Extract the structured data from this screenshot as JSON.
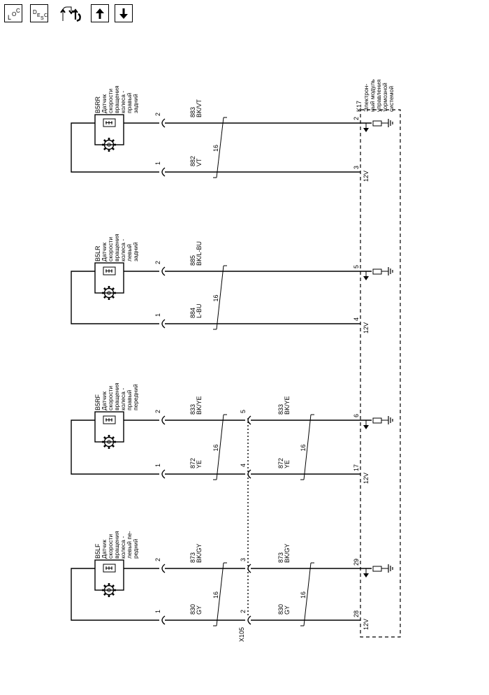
{
  "toolbar": {
    "loc_label": "LOC",
    "desc_label": "DESC"
  },
  "module": {
    "ref": "K17",
    "name_lines": [
      "Электрон-",
      "ный модуль",
      "управления",
      "тормозной",
      "системой"
    ]
  },
  "connector": {
    "ref": "X105"
  },
  "sensors": [
    {
      "ref": "B5RR",
      "name_lines": [
        "Датчик",
        "скорости",
        "вращения",
        "колеса -",
        "правый",
        "задний"
      ],
      "pin_top": "2",
      "pin_bottom": "1",
      "wire_top": {
        "circuit": "883",
        "color": "BK/VT"
      },
      "wire_bottom": {
        "circuit": "882",
        "color": "VT"
      },
      "gauge": "16",
      "module_pin_top": "2",
      "module_pin_bottom": "3",
      "voltage": "12V"
    },
    {
      "ref": "B5LR",
      "name_lines": [
        "Датчик",
        "скорости",
        "вращения",
        "колеса -",
        "левый",
        "задний"
      ],
      "pin_top": "2",
      "pin_bottom": "1",
      "wire_top": {
        "circuit": "885",
        "color": "BK/L-BU"
      },
      "wire_bottom": {
        "circuit": "884",
        "color": "L-BU"
      },
      "gauge": "16",
      "module_pin_top": "5",
      "module_pin_bottom": "4",
      "voltage": "12V"
    },
    {
      "ref": "B5RF",
      "name_lines": [
        "Датчик",
        "скорости",
        "вращения",
        "колеса -",
        "правый",
        "передний"
      ],
      "pin_top": "2",
      "pin_bottom": "1",
      "wire_top": {
        "circuit": "833",
        "color": "BK/YE"
      },
      "wire_bottom": {
        "circuit": "872",
        "color": "YE"
      },
      "gauge": "16",
      "conn_pin_top": "5",
      "conn_pin_bottom": "4",
      "wire2_top": {
        "circuit": "833",
        "color": "BK/YE"
      },
      "wire2_bottom": {
        "circuit": "872",
        "color": "YE"
      },
      "gauge2": "16",
      "module_pin_top": "6",
      "module_pin_bottom": "17",
      "voltage": "12V"
    },
    {
      "ref": "B5LF",
      "name_lines": [
        "Датчик",
        "скорости",
        "вращения",
        "колеса -",
        "левый пе-",
        "редний"
      ],
      "pin_top": "2",
      "pin_bottom": "1",
      "wire_top": {
        "circuit": "873",
        "color": "BK/GY"
      },
      "wire_bottom": {
        "circuit": "830",
        "color": "GY"
      },
      "gauge": "16",
      "conn_pin_top": "3",
      "conn_pin_bottom": "2",
      "wire2_top": {
        "circuit": "873",
        "color": "BK/GY"
      },
      "wire2_bottom": {
        "circuit": "830",
        "color": "GY"
      },
      "gauge2": "16",
      "module_pin_top": "29",
      "module_pin_bottom": "28",
      "voltage": "12V"
    }
  ]
}
